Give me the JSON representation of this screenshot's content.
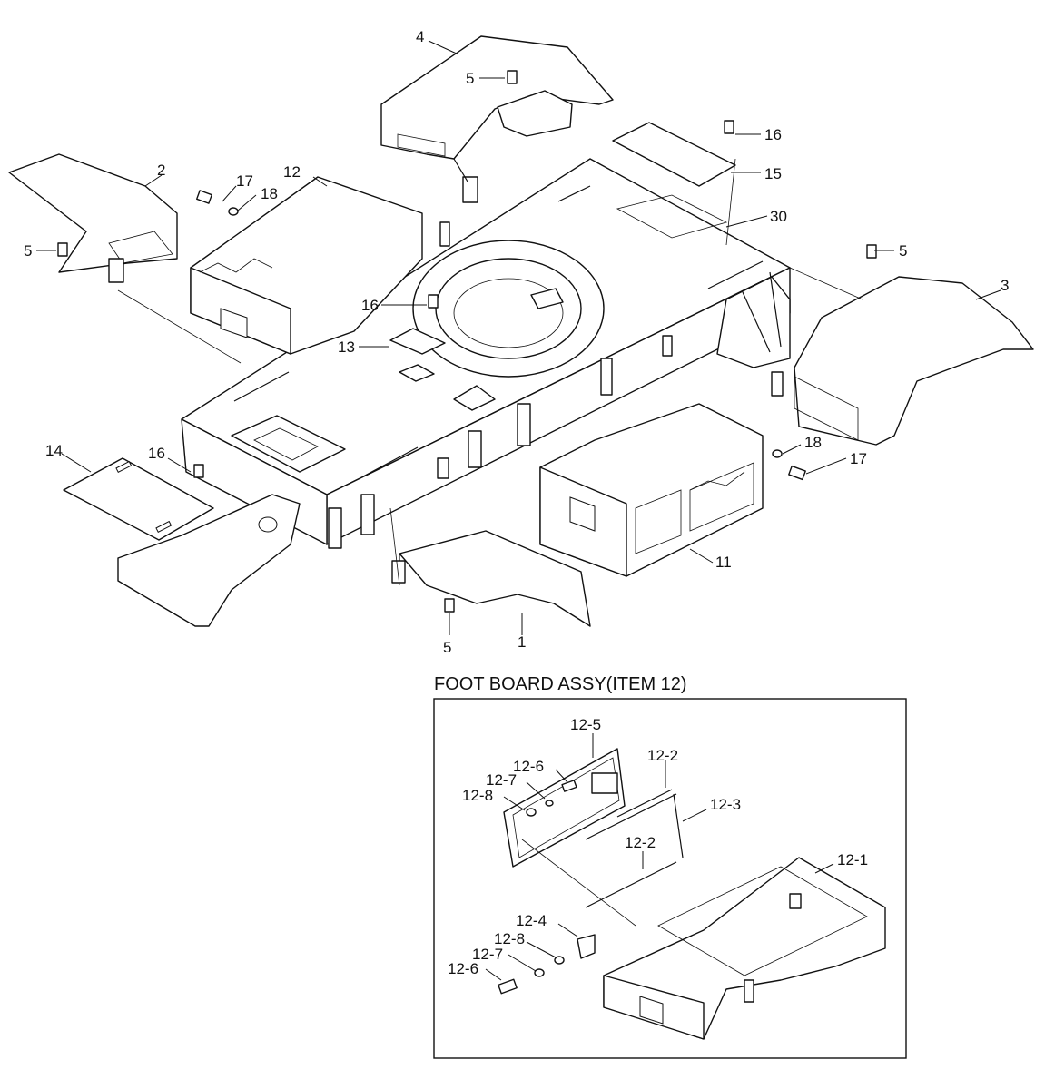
{
  "inset": {
    "title": "FOOT BOARD ASSY(ITEM 12)"
  },
  "callouts": {
    "c1": "1",
    "c2": "2",
    "c3": "3",
    "c4": "4",
    "c5a": "5",
    "c5b": "5",
    "c5c": "5",
    "c5d": "5",
    "c11": "11",
    "c12": "12",
    "c13": "13",
    "c14": "14",
    "c15": "15",
    "c16a": "16",
    "c16b": "16",
    "c16c": "16",
    "c17a": "17",
    "c17b": "17",
    "c18a": "18",
    "c18b": "18",
    "c30": "30",
    "i12_1": "12-1",
    "i12_2a": "12-2",
    "i12_2b": "12-2",
    "i12_3": "12-3",
    "i12_4": "12-4",
    "i12_5": "12-5",
    "i12_6a": "12-6",
    "i12_6b": "12-6",
    "i12_7a": "12-7",
    "i12_7b": "12-7",
    "i12_8a": "12-8",
    "i12_8b": "12-8"
  }
}
